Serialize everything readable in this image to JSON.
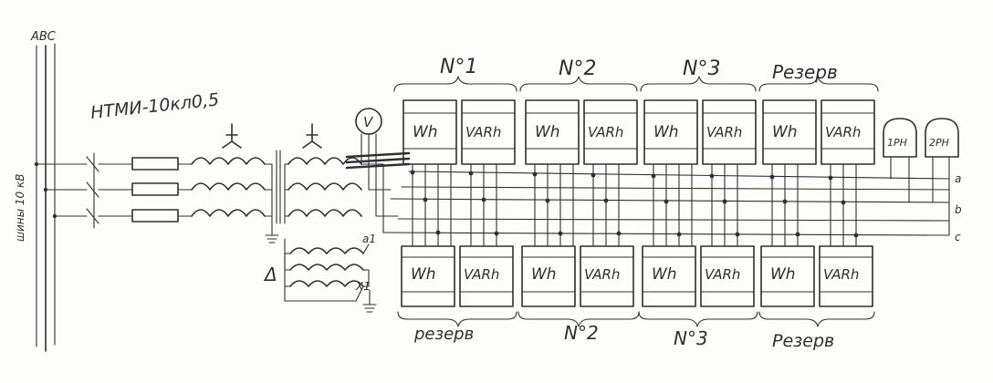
{
  "transformer": {
    "label": "НТМИ-10кл0,5",
    "primary_phases": "ABC",
    "bus_label": "шины 10 кВ",
    "open_delta_label": "Δ",
    "winding_a1": "a1",
    "winding_x1": "X1"
  },
  "voltmeter": {
    "symbol": "V"
  },
  "groups": [
    {
      "id": "group-1",
      "label": "N°1"
    },
    {
      "id": "group-2",
      "label": "N°2"
    },
    {
      "id": "group-3",
      "label": "N°3"
    },
    {
      "id": "group-reserve",
      "label": "Резерв"
    }
  ],
  "bottom_groups": [
    {
      "id": "bottom-reserve-1",
      "label": "резерв"
    },
    {
      "id": "bottom-group-2",
      "label": "N°2"
    },
    {
      "id": "bottom-group-3",
      "label": "N°3"
    },
    {
      "id": "bottom-reserve-2",
      "label": "Резерв"
    }
  ],
  "meters": {
    "top": [
      "Wh",
      "VARh",
      "Wh",
      "VARh",
      "Wh",
      "VARh",
      "Wh",
      "VARh"
    ],
    "bottom": [
      "Wh",
      "VARh",
      "Wh",
      "VARh",
      "Wh",
      "VARh",
      "Wh",
      "VARh"
    ]
  },
  "relays": [
    "1PH",
    "2PH"
  ],
  "bus_phases": [
    "a",
    "b",
    "c"
  ]
}
